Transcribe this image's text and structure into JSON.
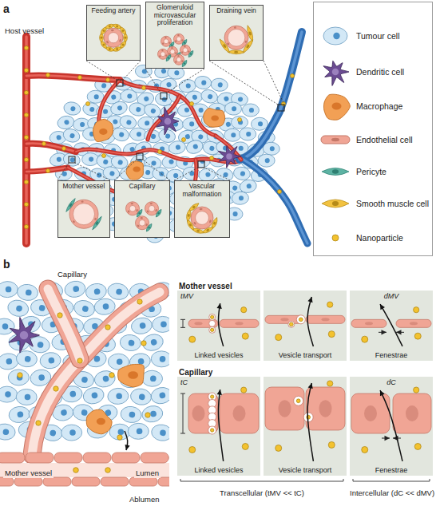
{
  "diagram": {
    "nodes": [
      {
        "text": [
          "Feeding artery"
        ]
      },
      {
        "text": [
          "Glomeruloid microvascular proliferation"
        ]
      },
      {
        "text": [
          "Draining vein"
        ]
      },
      {
        "text": [
          "Mother vessel"
        ]
      },
      {
        "text": [
          "Capillary"
        ]
      },
      {
        "text": [
          "Vascular malformation"
        ]
      },
      {
        "text": [
          "tMV",
          "Linked vesicles"
        ]
      },
      {
        "text": [
          "Vesicle transport"
        ]
      },
      {
        "text": [
          "dMV",
          "Fenestrae"
        ]
      },
      {
        "text": [
          "tC",
          "Linked vesicles"
        ]
      },
      {
        "text": [
          "Vesicle transport"
        ]
      },
      {
        "text": [
          "dC",
          "Fenestrae"
        ]
      }
    ],
    "labels": [
      "a",
      "Host vessel",
      "b",
      "Capillary",
      "Mother vessel",
      "Lumen",
      "Ablumen",
      "Mother vessel",
      "Capillary",
      "Transcellular (tMV << tC)",
      "Intercellular (dC << dMV)"
    ],
    "legend": [
      {
        "text": "Tumour cell"
      },
      {
        "text": "Dendritic cell"
      },
      {
        "text": "Macrophage"
      },
      {
        "text": "Endothelial cell"
      },
      {
        "text": "Pericyte"
      },
      {
        "text": "Smooth muscle cell"
      },
      {
        "text": "Nanoparticle"
      }
    ]
  }
}
